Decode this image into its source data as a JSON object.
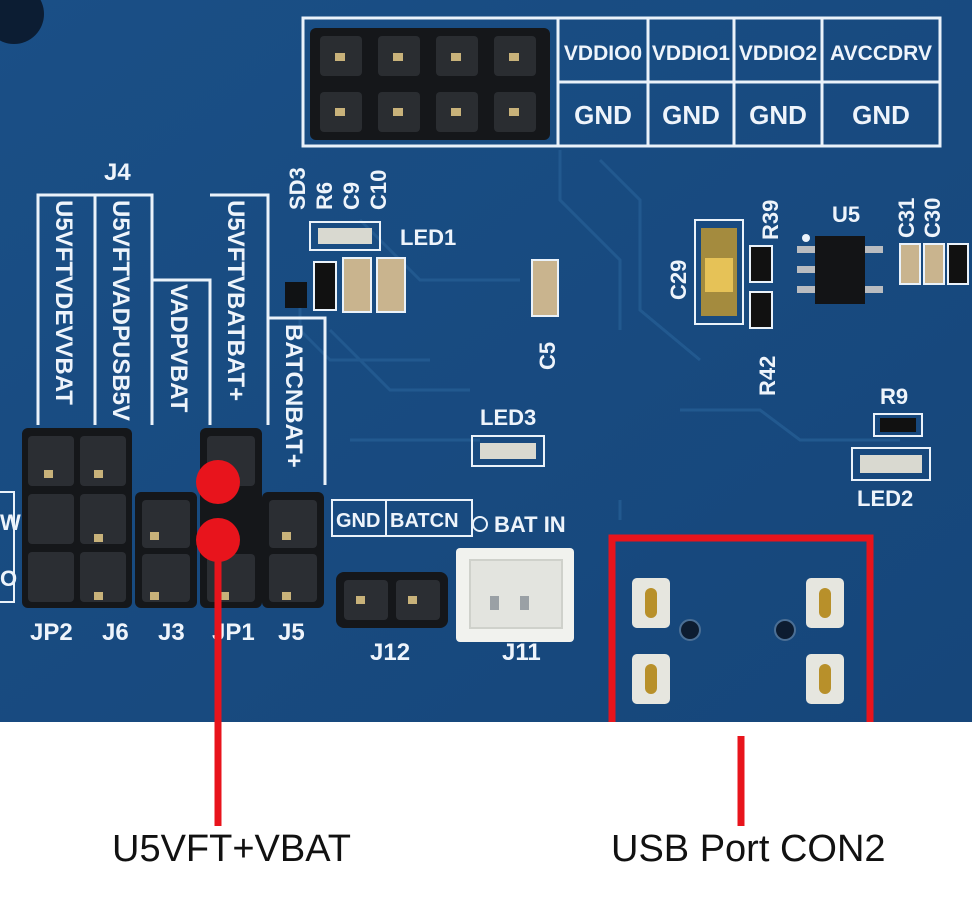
{
  "annotation_color": "#e8141c",
  "board_color": "#1c5288",
  "header_labels_top": [
    "VDDIO0",
    "VDDIO1",
    "VDDIO2",
    "AVCCDRV"
  ],
  "header_labels_bottom": [
    "GND",
    "GND",
    "GND",
    "GND"
  ],
  "j4_label": "J4",
  "vertical_labels": {
    "col1": "U5VFTVDEVVBAT",
    "col2": "U5VFTVADPUSB5V",
    "col3": "VADPVBAT",
    "col4": "U5VFTVBATBAT+",
    "col5": "BATCNBAT+"
  },
  "refdes": {
    "sd3": "SD3",
    "r6": "R6",
    "c9": "C9",
    "c10": "C10",
    "led1": "LED1",
    "c5": "C5",
    "led3": "LED3",
    "c29": "C29",
    "r39": "R39",
    "r42": "R42",
    "u5": "U5",
    "c31": "C31",
    "c30": "C30",
    "r9": "R9",
    "led2": "LED2",
    "jp2": "JP2",
    "j6": "J6",
    "j3": "J3",
    "jp1": "JP1",
    "j5": "J5",
    "j12": "J12",
    "j11": "J11",
    "gnd": "GND",
    "batcn": "BATCN",
    "bat_in": "BAT IN",
    "edge_w": "W",
    "edge_o": "O"
  },
  "callouts": {
    "left": "U5VFT+VBAT",
    "right": "USB Port CON2"
  }
}
